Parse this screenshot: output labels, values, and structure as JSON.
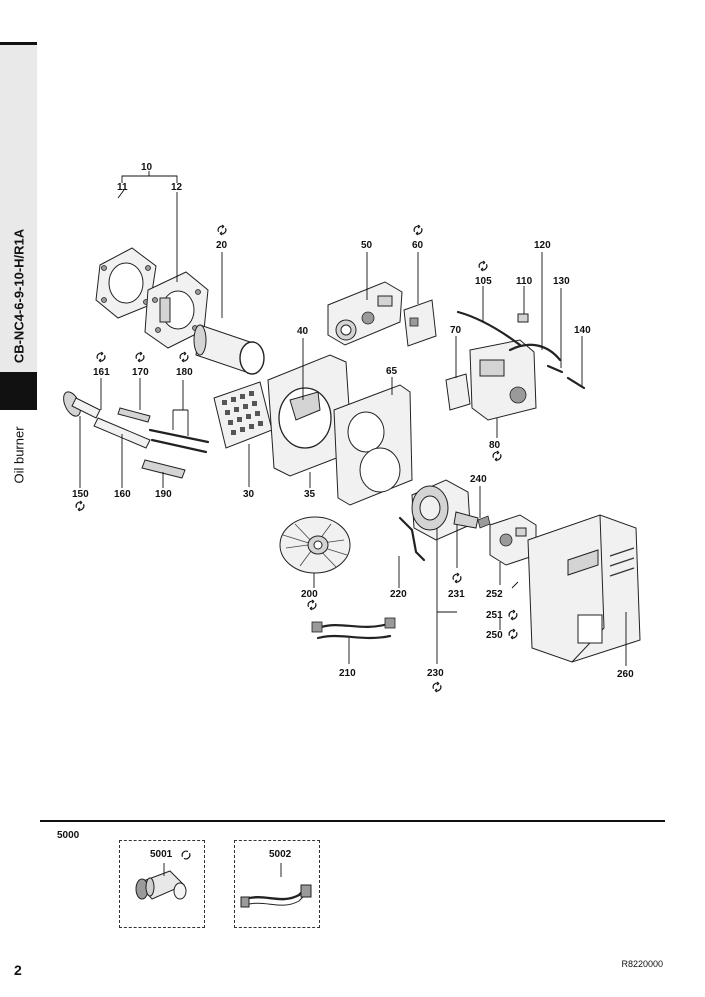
{
  "sidebar": {
    "model": "CB-NC4-6-9-10-H/R1A",
    "category": "Oil burner"
  },
  "labels": {
    "l10": "10",
    "l11": "11",
    "l12": "12",
    "l20": "20",
    "l30": "30",
    "l35": "35",
    "l40": "40",
    "l50": "50",
    "l60": "60",
    "l65": "65",
    "l70": "70",
    "l80": "80",
    "l105": "105",
    "l110": "110",
    "l120": "120",
    "l130": "130",
    "l140": "140",
    "l150": "150",
    "l160": "160",
    "l161": "161",
    "l170": "170",
    "l180": "180",
    "l190": "190",
    "l200": "200",
    "l210": "210",
    "l220": "220",
    "l230": "230",
    "l231": "231",
    "l240": "240",
    "l250": "250",
    "l251": "251",
    "l252": "252",
    "l260": "260"
  },
  "accessories": {
    "section_code": "5000",
    "kit1": "5001",
    "kit2": "5002"
  },
  "footer": {
    "page_number": "2",
    "reference": "R8220000"
  }
}
